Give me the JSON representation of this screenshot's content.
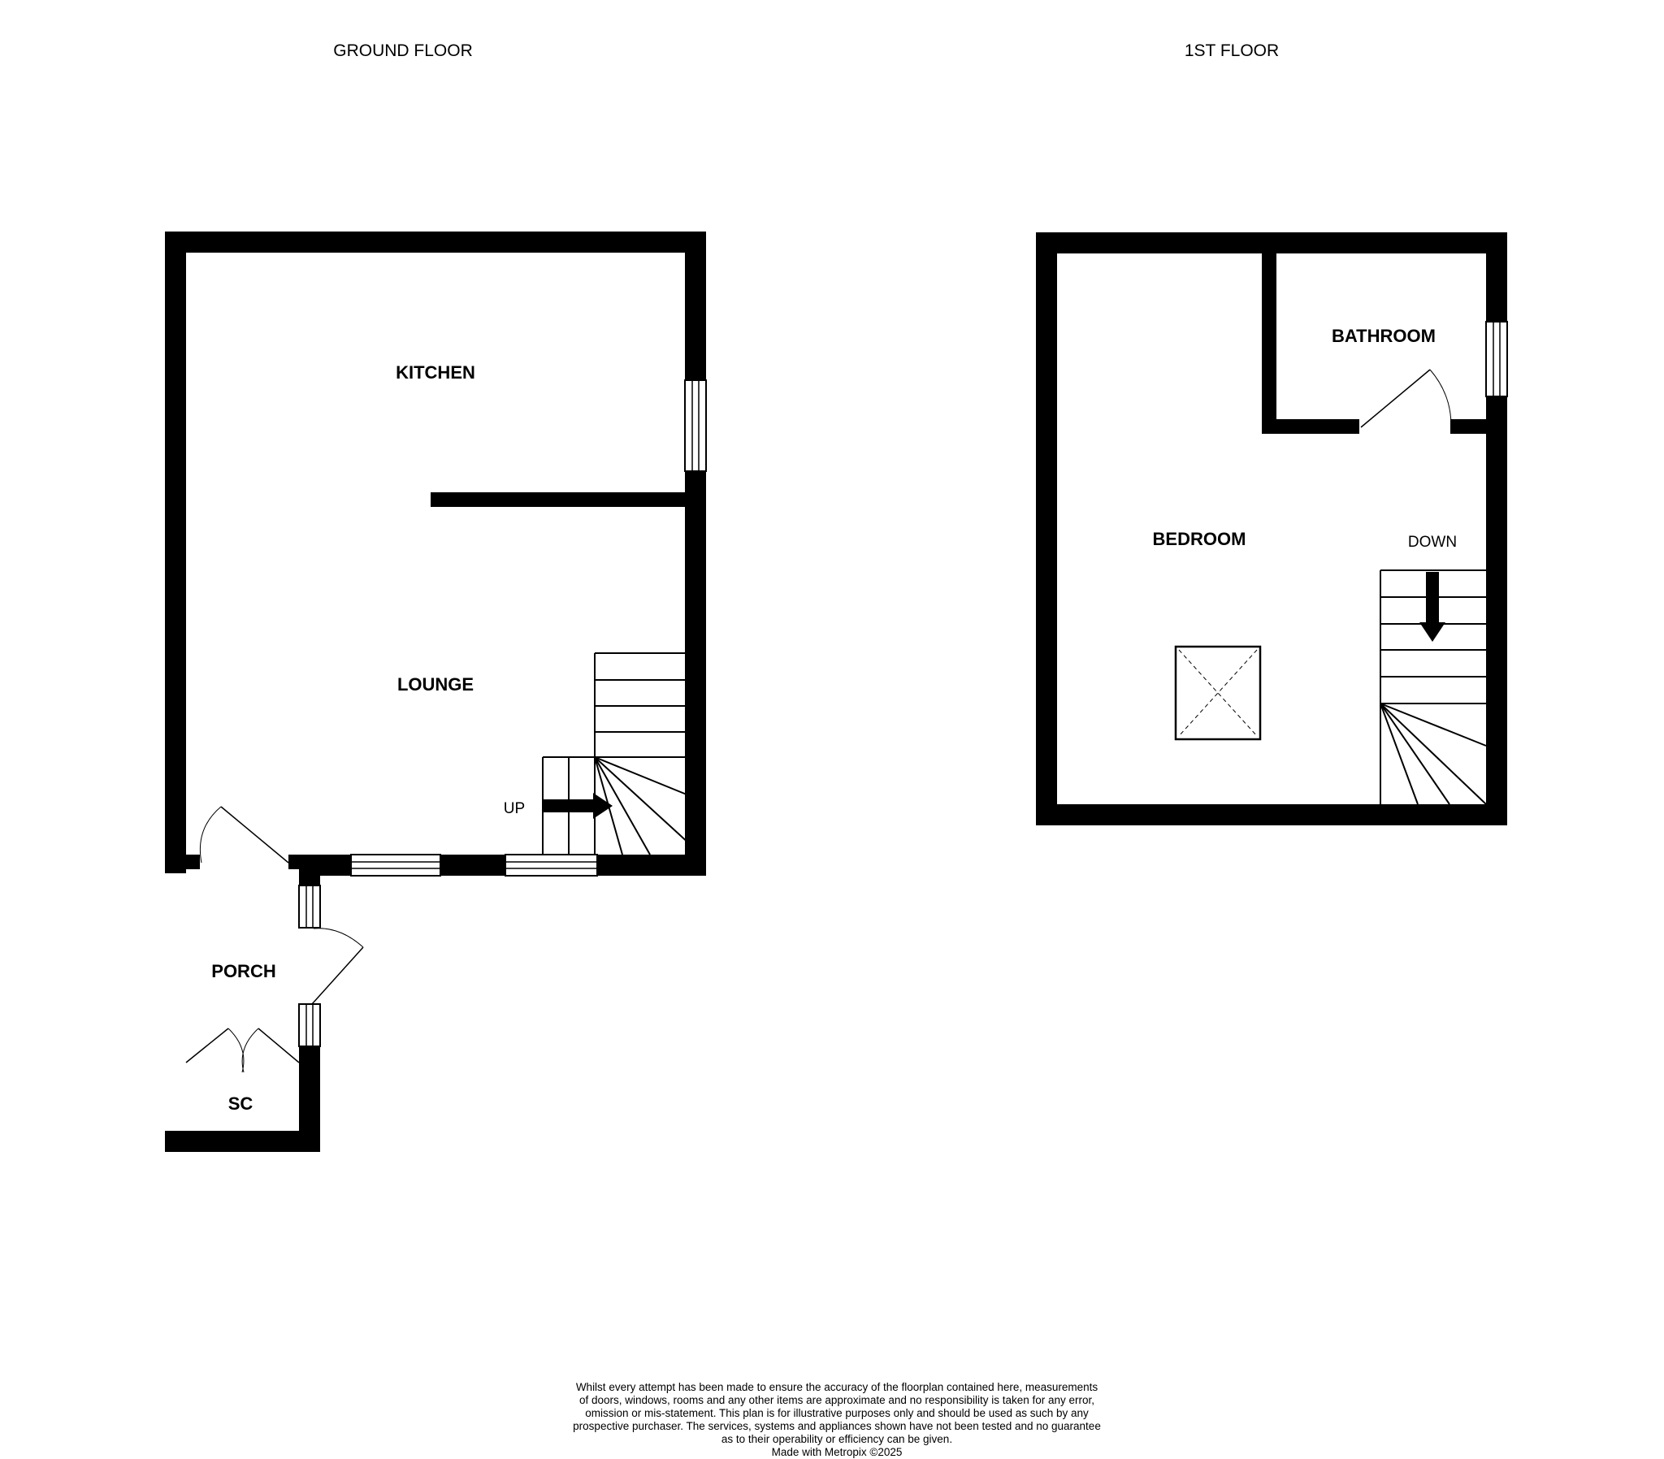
{
  "floors": [
    {
      "title": "GROUND FLOOR"
    },
    {
      "title": "1ST FLOOR"
    }
  ],
  "rooms": {
    "kitchen": "KITCHEN",
    "lounge": "LOUNGE",
    "porch": "PORCH",
    "sc": "SC",
    "bathroom": "BATHROOM",
    "bedroom": "BEDROOM"
  },
  "stairs": {
    "up": "UP",
    "down": "DOWN"
  },
  "disclaimer": {
    "lines": [
      "Whilst every attempt has been made to ensure the accuracy of the floorplan contained here, measurements",
      "of doors, windows, rooms and any other items are approximate and no responsibility is taken for any error,",
      "omission or mis-statement. This plan is for illustrative purposes only and should be used as such by any",
      "prospective purchaser. The services, systems and appliances shown have not been tested and no guarantee",
      "as to their operability or efficiency can be given."
    ],
    "credit": "Made with Metropix ©2025"
  }
}
